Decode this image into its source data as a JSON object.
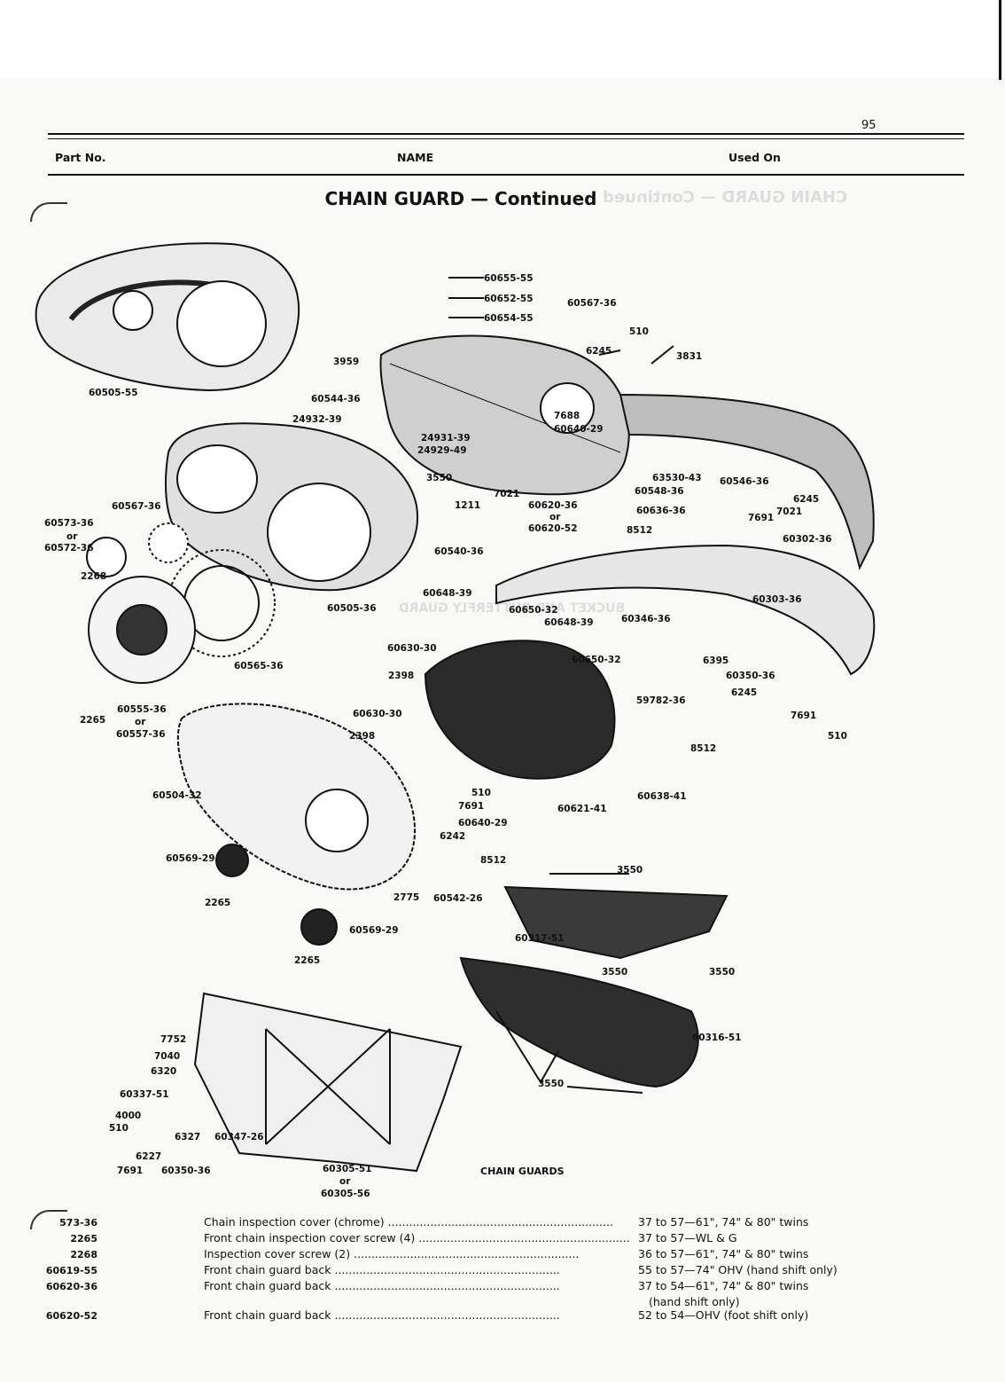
{
  "page": {
    "number": "95"
  },
  "header": {
    "col_part_no": "Part No.",
    "col_name": "NAME",
    "col_used_on": "Used On"
  },
  "section_title": "CHAIN GUARD — Continued",
  "caption": "CHAIN GUARDS",
  "callouts": [
    {
      "text": "60655-55",
      "id": "c1"
    },
    {
      "text": "60652-55",
      "id": "c2"
    },
    {
      "text": "60654-55",
      "id": "c3"
    },
    {
      "text": "60567-36",
      "id": "c4"
    },
    {
      "text": "510",
      "id": "c5"
    },
    {
      "text": "3831",
      "id": "c6"
    },
    {
      "text": "6245",
      "id": "c7"
    },
    {
      "text": "3959",
      "id": "c8"
    },
    {
      "text": "60505-55",
      "id": "c9"
    },
    {
      "text": "60544-36",
      "id": "c10"
    },
    {
      "text": "24932-39",
      "id": "c11"
    },
    {
      "text": "7688",
      "id": "c12"
    },
    {
      "text": "60640-29",
      "id": "c13"
    },
    {
      "text": "24931-39",
      "id": "c14"
    },
    {
      "text": "24929-49",
      "id": "c15"
    },
    {
      "text": "3550",
      "id": "c16"
    },
    {
      "text": "63530-43",
      "id": "c17"
    },
    {
      "text": "60546-36",
      "id": "c18"
    },
    {
      "text": "60548-36",
      "id": "c19"
    },
    {
      "text": "6245",
      "id": "c20"
    },
    {
      "text": "7021",
      "id": "c21"
    },
    {
      "text": "1211",
      "id": "c22"
    },
    {
      "text": "7021",
      "id": "c23"
    },
    {
      "text": "60620-36",
      "id": "c24"
    },
    {
      "text": "or",
      "id": "c25"
    },
    {
      "text": "60620-52",
      "id": "c26"
    },
    {
      "text": "60636-36",
      "id": "c27"
    },
    {
      "text": "8512",
      "id": "c28"
    },
    {
      "text": "7691",
      "id": "c29"
    },
    {
      "text": "60302-36",
      "id": "c30"
    },
    {
      "text": "60567-36",
      "id": "c31"
    },
    {
      "text": "60573-36",
      "id": "c32"
    },
    {
      "text": "or",
      "id": "c33"
    },
    {
      "text": "60572-36",
      "id": "c34"
    },
    {
      "text": "2268",
      "id": "c35"
    },
    {
      "text": "60540-36",
      "id": "c36"
    },
    {
      "text": "60303-36",
      "id": "c37"
    },
    {
      "text": "60648-39",
      "id": "c38"
    },
    {
      "text": "60650-32",
      "id": "c39"
    },
    {
      "text": "60648-39",
      "id": "c40"
    },
    {
      "text": "60346-36",
      "id": "c41"
    },
    {
      "text": "60505-36",
      "id": "c42"
    },
    {
      "text": "60630-30",
      "id": "c43"
    },
    {
      "text": "2398",
      "id": "c44"
    },
    {
      "text": "60650-32",
      "id": "c45"
    },
    {
      "text": "6395",
      "id": "c46"
    },
    {
      "text": "60350-36",
      "id": "c47"
    },
    {
      "text": "60565-36",
      "id": "c48"
    },
    {
      "text": "6245",
      "id": "c49"
    },
    {
      "text": "59782-36",
      "id": "c50"
    },
    {
      "text": "7691",
      "id": "c51"
    },
    {
      "text": "2265",
      "id": "c52"
    },
    {
      "text": "60555-36",
      "id": "c53"
    },
    {
      "text": "or",
      "id": "c54"
    },
    {
      "text": "60557-36",
      "id": "c55"
    },
    {
      "text": "60630-30",
      "id": "c56"
    },
    {
      "text": "2398",
      "id": "c57"
    },
    {
      "text": "510",
      "id": "c58"
    },
    {
      "text": "8512",
      "id": "c59"
    },
    {
      "text": "60504-32",
      "id": "c60"
    },
    {
      "text": "510",
      "id": "c61"
    },
    {
      "text": "7691",
      "id": "c62"
    },
    {
      "text": "60621-41",
      "id": "c63"
    },
    {
      "text": "60638-41",
      "id": "c64"
    },
    {
      "text": "60640-29",
      "id": "c65"
    },
    {
      "text": "6242",
      "id": "c66"
    },
    {
      "text": "60569-29",
      "id": "c67"
    },
    {
      "text": "8512",
      "id": "c68"
    },
    {
      "text": "3550",
      "id": "c69"
    },
    {
      "text": "2265",
      "id": "c70"
    },
    {
      "text": "2775",
      "id": "c71"
    },
    {
      "text": "60542-26",
      "id": "c72"
    },
    {
      "text": "60569-29",
      "id": "c73"
    },
    {
      "text": "60317-51",
      "id": "c74"
    },
    {
      "text": "2265",
      "id": "c75"
    },
    {
      "text": "3550",
      "id": "c76"
    },
    {
      "text": "3550",
      "id": "c77"
    },
    {
      "text": "7752",
      "id": "c78"
    },
    {
      "text": "7040",
      "id": "c79"
    },
    {
      "text": "6320",
      "id": "c80"
    },
    {
      "text": "60316-51",
      "id": "c81"
    },
    {
      "text": "60337-51",
      "id": "c82"
    },
    {
      "text": "4000",
      "id": "c83"
    },
    {
      "text": "510",
      "id": "c84"
    },
    {
      "text": "6327",
      "id": "c85"
    },
    {
      "text": "60347-26",
      "id": "c86"
    },
    {
      "text": "6227",
      "id": "c87"
    },
    {
      "text": "3550",
      "id": "c88"
    },
    {
      "text": "7691",
      "id": "c89"
    },
    {
      "text": "60350-36",
      "id": "c90"
    },
    {
      "text": "60305-51",
      "id": "c91"
    },
    {
      "text": "or",
      "id": "c92"
    },
    {
      "text": "60305-56",
      "id": "c93"
    }
  ],
  "parts": [
    {
      "part": "573-36",
      "name": "Chain inspection cover (chrome)",
      "used": "37 to 57—61\", 74\" & 80\" twins",
      "used2": ""
    },
    {
      "part": "2265",
      "name": "Front chain inspection cover screw (4)",
      "used": "37 to 57—WL & G",
      "used2": ""
    },
    {
      "part": "2268",
      "name": "Inspection cover screw (2)",
      "used": "36 to 57—61\", 74\" & 80\" twins",
      "used2": ""
    },
    {
      "part": "60619-55",
      "name": "Front chain guard back",
      "used": "55 to 57—74\" OHV (hand shift only)",
      "used2": ""
    },
    {
      "part": "60620-36",
      "name": "Front chain guard back",
      "used": "37 to 54—61\", 74\" & 80\" twins",
      "used2": "(hand shift only)"
    },
    {
      "part": "60620-52",
      "name": "Front chain guard back",
      "used": "52 to 54—OHV (foot shift only)",
      "used2": ""
    }
  ],
  "leader_dots": "................................................................",
  "bleed_through": {
    "title": "CHAIN GUARD — Continued",
    "heading2": "BUCKET AND BUTTERFLY GUARD"
  }
}
